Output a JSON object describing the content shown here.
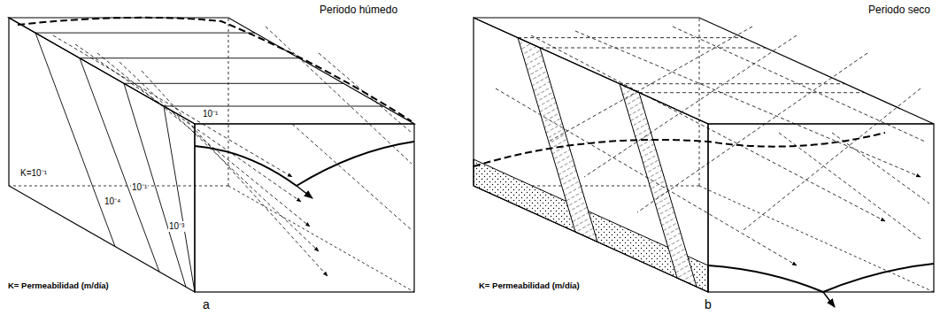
{
  "diagram": {
    "labels": [
      "Periodo húmedo",
      "K=10⁻¹",
      "10⁻⁴",
      "10⁻¹",
      "10⁻³",
      "10⁻¹",
      "K= Permeabilidad (m/día)",
      "a",
      "Periodo seco",
      "K= Permeabilidad (m/día)",
      "b"
    ]
  }
}
